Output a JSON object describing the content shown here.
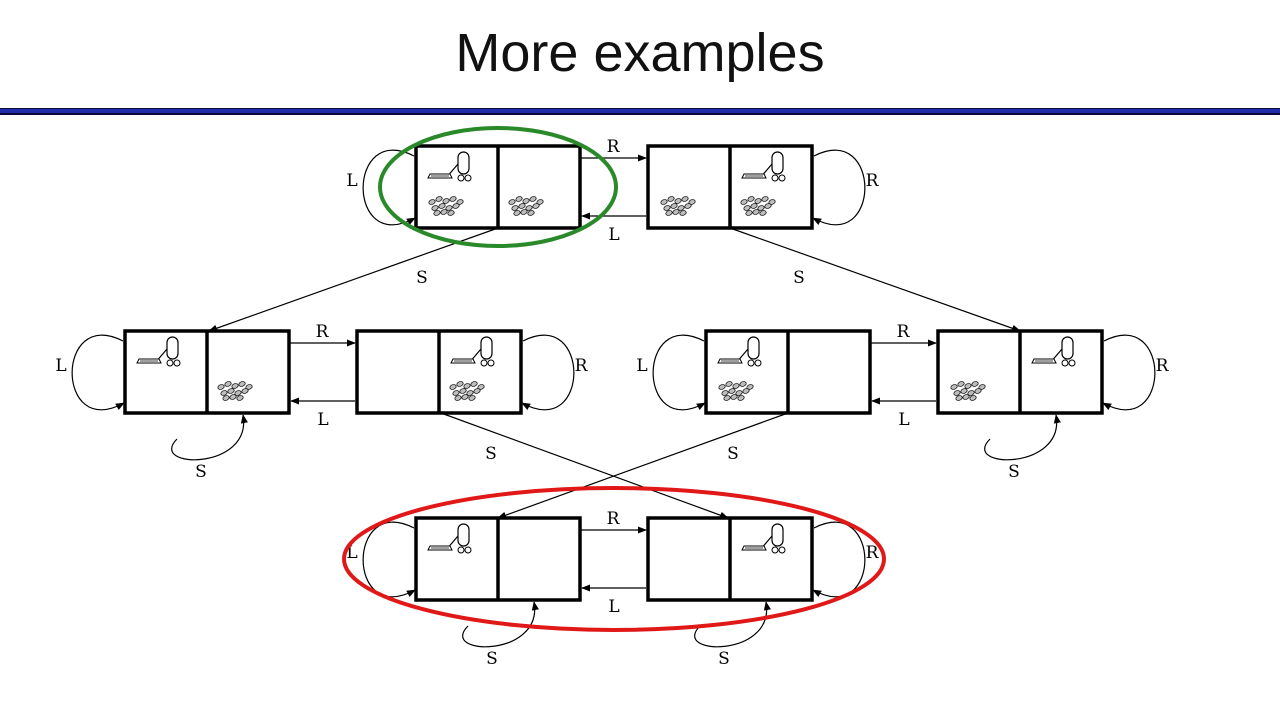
{
  "title": "More examples",
  "colors": {
    "title_rule_dark": "#0a0a3c",
    "title_rule_blue": "#1f2ea8",
    "highlight_start": "#2a8a2a",
    "highlight_goal": "#e01818"
  },
  "icons": [
    "vacuum-icon",
    "dirt-icon"
  ],
  "actions": {
    "left": "L",
    "right": "R",
    "suck": "S"
  },
  "states": [
    {
      "id": "s1",
      "robot": "left",
      "dirt_left": true,
      "dirt_right": true
    },
    {
      "id": "s2",
      "robot": "right",
      "dirt_left": true,
      "dirt_right": true
    },
    {
      "id": "s3",
      "robot": "left",
      "dirt_left": false,
      "dirt_right": true
    },
    {
      "id": "s4",
      "robot": "right",
      "dirt_left": false,
      "dirt_right": true
    },
    {
      "id": "s5",
      "robot": "left",
      "dirt_left": true,
      "dirt_right": false
    },
    {
      "id": "s6",
      "robot": "right",
      "dirt_left": true,
      "dirt_right": false
    },
    {
      "id": "s7",
      "robot": "left",
      "dirt_left": false,
      "dirt_right": false
    },
    {
      "id": "s8",
      "robot": "right",
      "dirt_left": false,
      "dirt_right": false
    }
  ],
  "transitions": [
    {
      "from": "s1",
      "to": "s2",
      "action": "R"
    },
    {
      "from": "s2",
      "to": "s1",
      "action": "L"
    },
    {
      "from": "s1",
      "to": "s1",
      "action": "L"
    },
    {
      "from": "s2",
      "to": "s2",
      "action": "R"
    },
    {
      "from": "s1",
      "to": "s3",
      "action": "S"
    },
    {
      "from": "s2",
      "to": "s6",
      "action": "S"
    },
    {
      "from": "s3",
      "to": "s4",
      "action": "R"
    },
    {
      "from": "s4",
      "to": "s3",
      "action": "L"
    },
    {
      "from": "s3",
      "to": "s3",
      "action": "L"
    },
    {
      "from": "s4",
      "to": "s4",
      "action": "R"
    },
    {
      "from": "s3",
      "to": "s3",
      "action": "S"
    },
    {
      "from": "s4",
      "to": "s8",
      "action": "S"
    },
    {
      "from": "s5",
      "to": "s6",
      "action": "R"
    },
    {
      "from": "s6",
      "to": "s5",
      "action": "L"
    },
    {
      "from": "s5",
      "to": "s5",
      "action": "L"
    },
    {
      "from": "s6",
      "to": "s6",
      "action": "R"
    },
    {
      "from": "s5",
      "to": "s7",
      "action": "S"
    },
    {
      "from": "s6",
      "to": "s6",
      "action": "S"
    },
    {
      "from": "s7",
      "to": "s8",
      "action": "R"
    },
    {
      "from": "s8",
      "to": "s7",
      "action": "L"
    },
    {
      "from": "s7",
      "to": "s7",
      "action": "L"
    },
    {
      "from": "s8",
      "to": "s8",
      "action": "R"
    },
    {
      "from": "s7",
      "to": "s7",
      "action": "S"
    },
    {
      "from": "s8",
      "to": "s8",
      "action": "S"
    }
  ],
  "highlights": [
    {
      "name": "start-state-highlight",
      "states": [
        "s1"
      ],
      "color": "green"
    },
    {
      "name": "goal-states-highlight",
      "states": [
        "s7",
        "s8"
      ],
      "color": "red"
    }
  ]
}
